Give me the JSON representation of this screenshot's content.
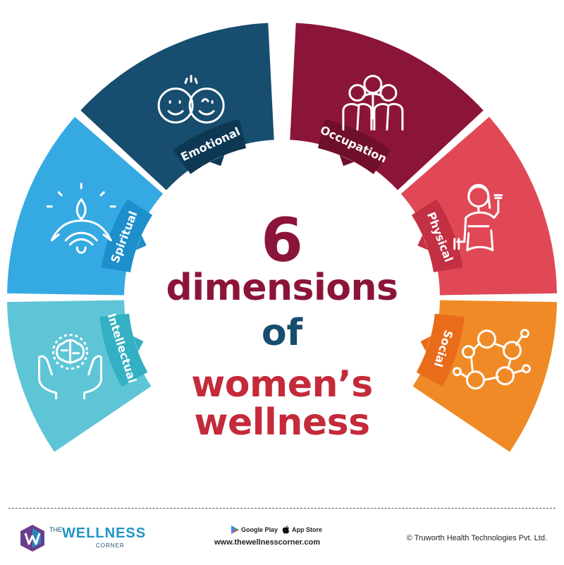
{
  "title": {
    "number": "6",
    "line1": "dimensions",
    "line2": "of",
    "line3": "women’s",
    "line4": "wellness"
  },
  "dimensions": [
    {
      "label": "Intellectual",
      "color": "#5ec5d6",
      "tab_color": "#34b0c4",
      "icon": "brain-hands-icon"
    },
    {
      "label": "Spiritual",
      "color": "#35aae2",
      "tab_color": "#1d8fcc",
      "icon": "meditation-icon"
    },
    {
      "label": "Emotional",
      "color": "#174d6e",
      "tab_color": "#0d3854",
      "icon": "faces-icon"
    },
    {
      "label": "Occupation",
      "color": "#8b1538",
      "tab_color": "#6f0f2b",
      "icon": "team-icon"
    },
    {
      "label": "Physical",
      "color": "#e04856",
      "tab_color": "#c23042",
      "icon": "dumbbell-woman-icon"
    },
    {
      "label": "Social",
      "color": "#f08a26",
      "tab_color": "#e86c1a",
      "icon": "network-icon"
    }
  ],
  "footer": {
    "logo_the": "THE",
    "logo_wellness": "WELLNESS",
    "logo_corner": "CORNER",
    "google_play": "Google Play",
    "app_store": "App Store",
    "website": "www.thewellnesscorner.com",
    "copyright": "© Truworth Health Technologies Pvt. Ltd."
  }
}
